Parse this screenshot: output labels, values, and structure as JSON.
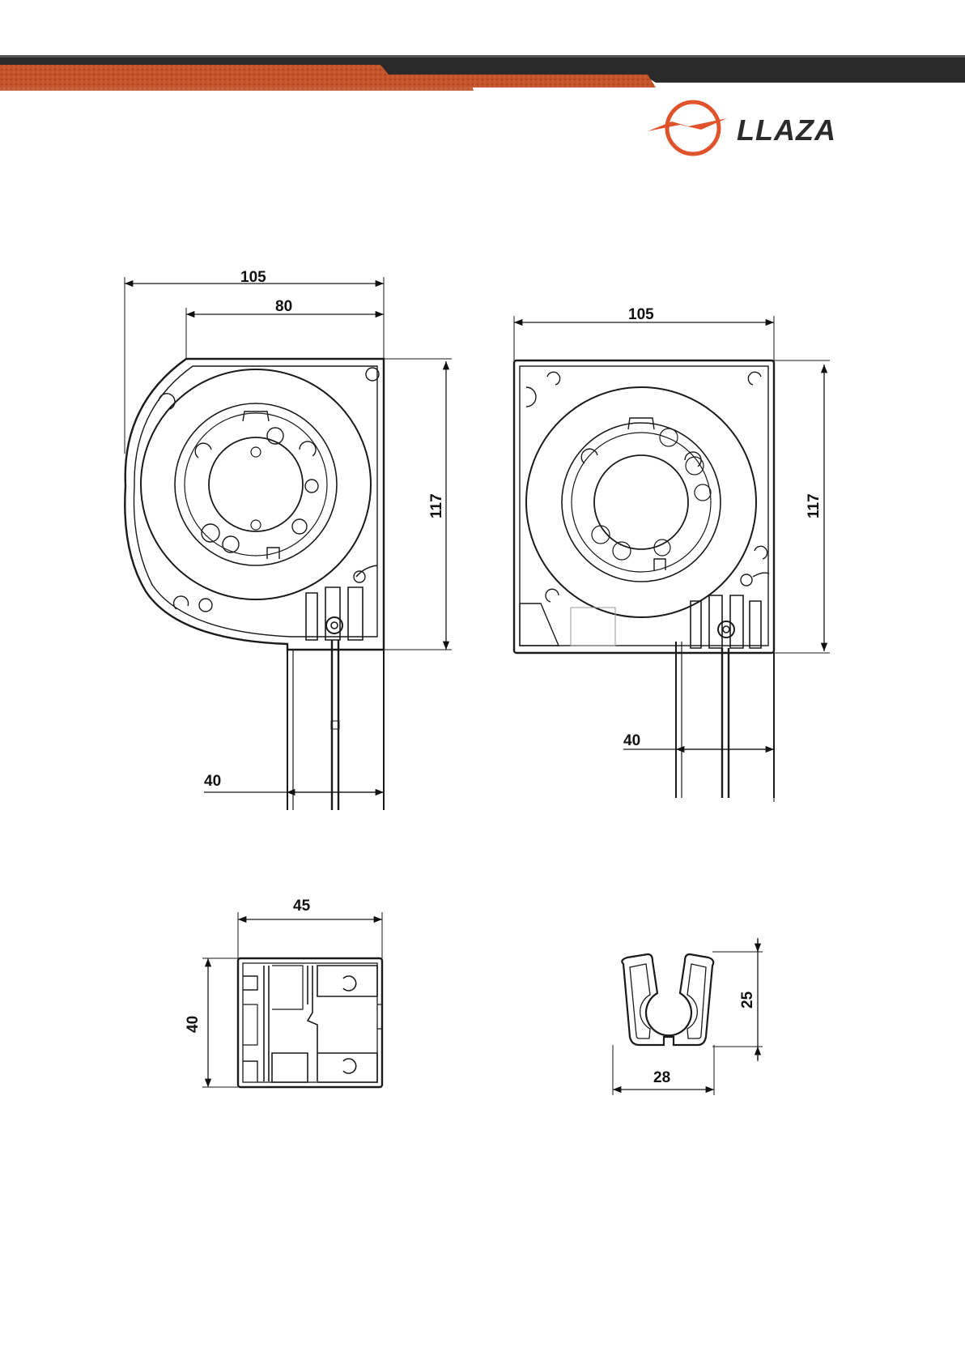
{
  "header": {
    "brand_name": "LLAZA",
    "colors": {
      "dark_band": "#2a2a2a",
      "copper_band": "#c0502a",
      "logo_orange": "#e0522a",
      "line": "#1a1a1a"
    }
  },
  "drawings": {
    "box_rounded": {
      "width_total": "105",
      "width_inner": "80",
      "height": "117",
      "guide_width": "40"
    },
    "box_square": {
      "width_total": "105",
      "height": "117",
      "guide_width": "40"
    },
    "guide_profile": {
      "width": "45",
      "height": "40"
    },
    "bottom_slat": {
      "height": "25",
      "width": "28"
    }
  }
}
